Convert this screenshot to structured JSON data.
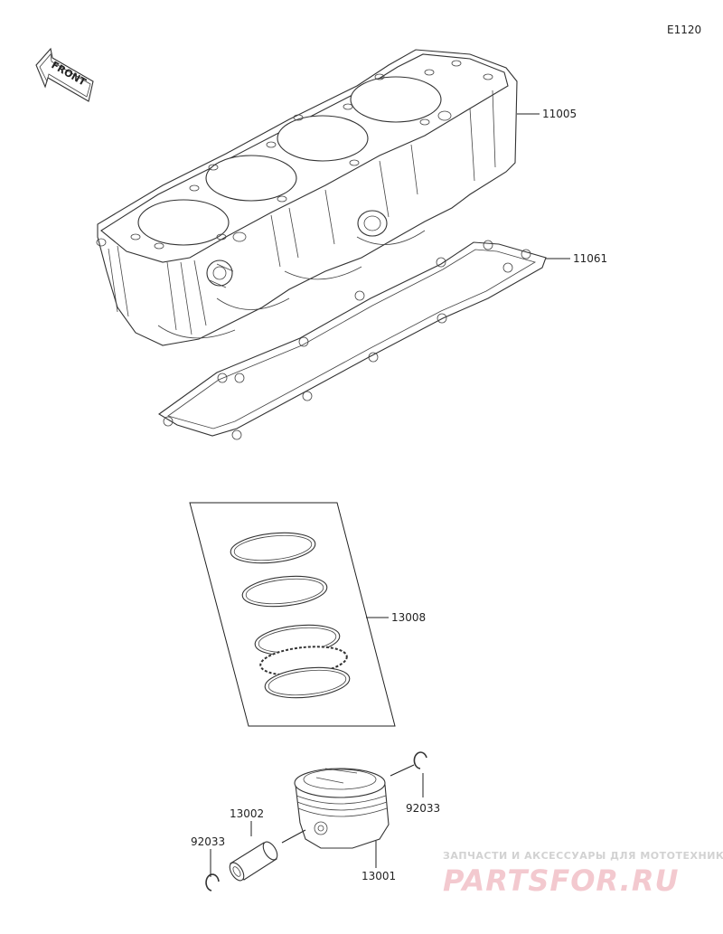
{
  "diagram_code": "E1120",
  "front_label": "FRONT",
  "parts": {
    "cylinder": "11005",
    "gasket": "11061",
    "ring_set": "13008",
    "pin": "13002",
    "clip_left": "92033",
    "clip_right": "92033",
    "piston": "13001"
  },
  "watermark": {
    "tagline": "ЗАПЧАСТИ И АКСЕССУАРЫ ДЛЯ МОТОТЕХНИКИ",
    "brand": "PARTSFOR.RU",
    "color": "#f3c9cf"
  }
}
